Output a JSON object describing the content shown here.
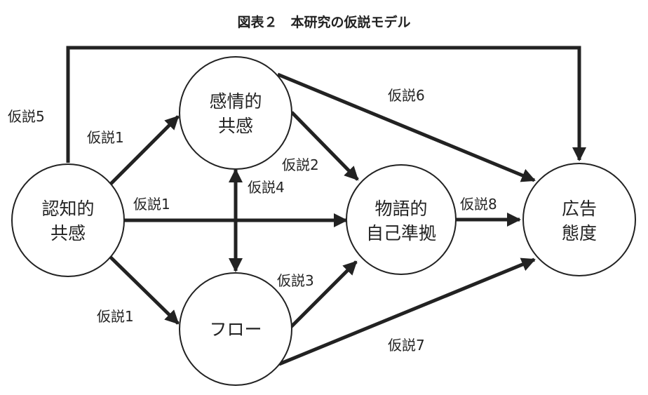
{
  "title": "図表２　本研究の仮説モデル",
  "nodes": {
    "cognitive_empathy": {
      "line1": "認知的",
      "line2": "共感"
    },
    "affective_empathy": {
      "line1": "感情的",
      "line2": "共感"
    },
    "flow": {
      "line1": "フロー"
    },
    "narrative_self_referencing": {
      "line1": "物語的",
      "line2": "自己準拠"
    },
    "ad_attitude": {
      "line1": "広告",
      "line2": "態度"
    }
  },
  "hypotheses": {
    "h1_to_affective": "仮説1",
    "h1_to_narrative": "仮説1",
    "h1_to_flow": "仮説1",
    "h2": "仮説2",
    "h3": "仮説3",
    "h4": "仮説4",
    "h5": "仮説5",
    "h6": "仮説6",
    "h7": "仮説7",
    "h8": "仮説8"
  }
}
